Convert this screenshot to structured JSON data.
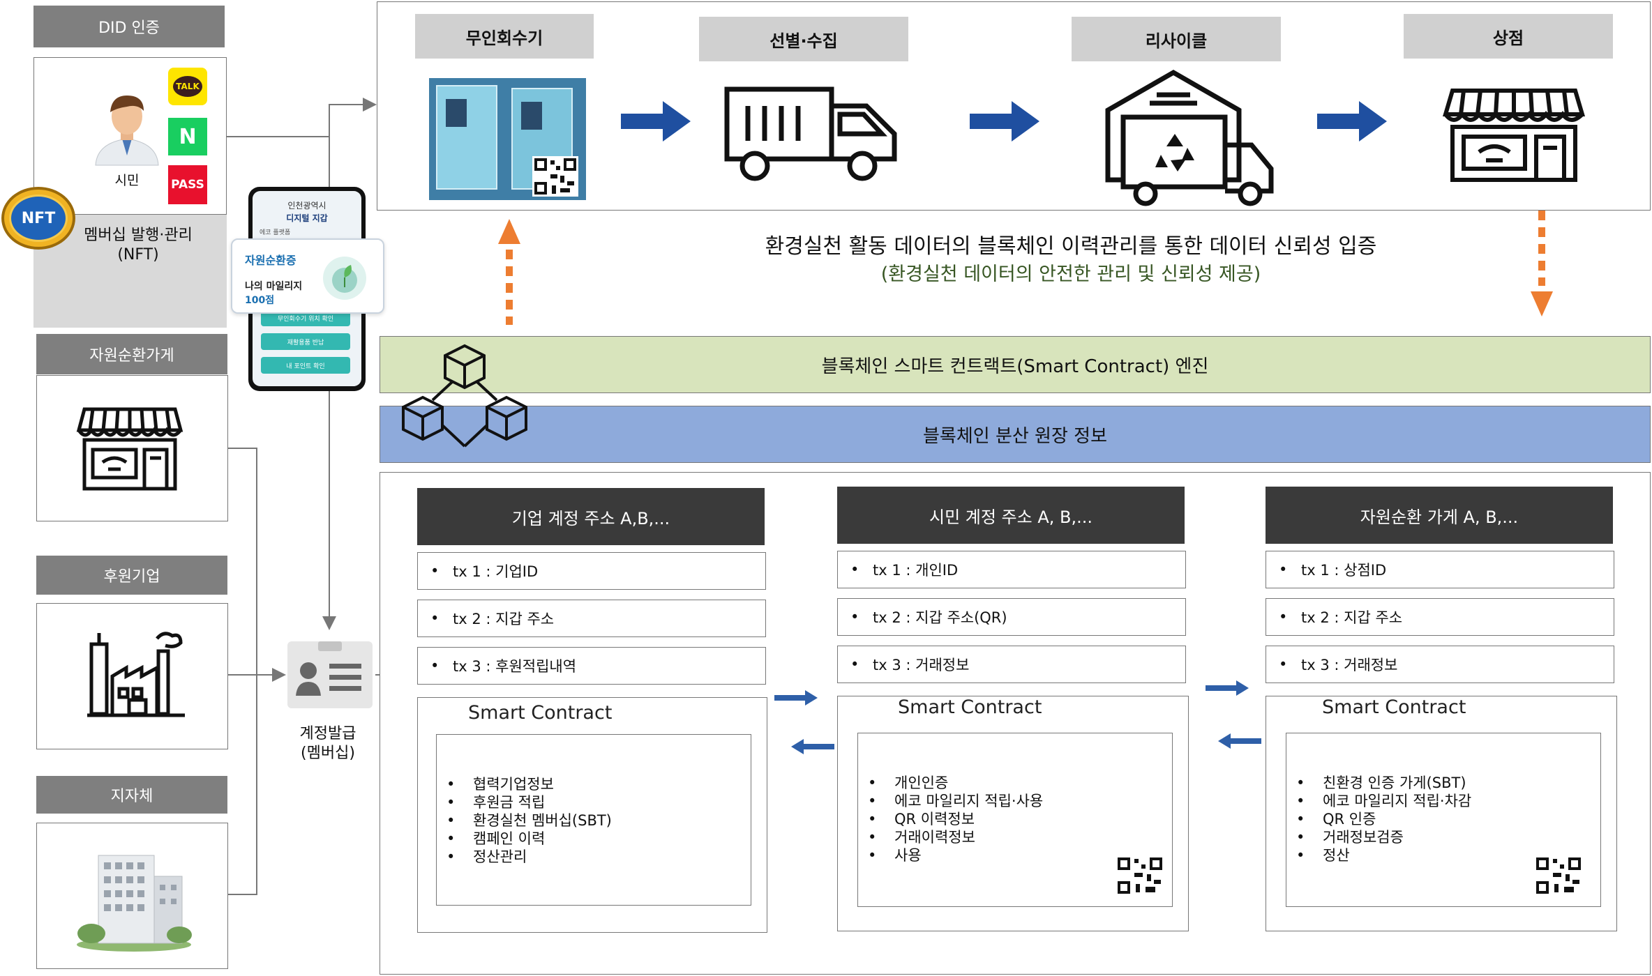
{
  "left": {
    "did": {
      "header": "DID 인증",
      "citizen_label": "시민",
      "kakao_label": "TALK",
      "naver_label": "N",
      "pass_label": "PASS",
      "nft_badge": "NFT",
      "membership_line1": "멤버십 발행·관리",
      "membership_line2": "(NFT)"
    },
    "shop_header": "자원순환가게",
    "sponsor_header": "후원기업",
    "gov_header": "지자체"
  },
  "phone": {
    "city": "인천광역시",
    "wallet": "디지털 지갑",
    "brand": "에코 플랫폼",
    "card_title": "자원순환증",
    "card_mileage": "나의 마일리지",
    "card_points": "100점",
    "btn1": "무인회수기 위치 확인",
    "btn2": "재활용품 반납",
    "btn3": "내 포인트 확인"
  },
  "account": {
    "label_line1": "계정발급",
    "label_line2": "(멤버십)"
  },
  "flow": {
    "steps": [
      "무인회수기",
      "선별·수집",
      "리사이클",
      "상점"
    ],
    "headline": "환경실천 활동 데이터의 블록체인 이력관리를 통한 데이터 신뢰성 입증",
    "subheadline": "(환경실천 데이터의 안전한 관리 및 신뢰성 제공)",
    "colors": {
      "arrow_blue": "#1f4fa0",
      "arrow_orange": "#ed7d31",
      "sub_green": "#375623"
    }
  },
  "blockchain": {
    "engine": "블록체인 스마트 컨트랙트(Smart Contract) 엔진",
    "ledger": "블록체인 분산 원장 정보",
    "colors": {
      "engine_bg": "#d8e4bc",
      "ledger_bg": "#8eaadb"
    }
  },
  "columns": [
    {
      "header": "기업 계정 주소 A,B,...",
      "tx": [
        "tx 1 : 기업ID",
        "tx 2 : 지갑 주소",
        "tx 3 : 후원적립내역"
      ],
      "sc_title": "Smart Contract",
      "sc_items": [
        "협력기업정보",
        "후원금 적립",
        "환경실천 멤버십(SBT)",
        "캠페인 이력",
        "정산관리"
      ]
    },
    {
      "header": "시민 계정 주소 A, B,...",
      "tx": [
        "tx 1 : 개인ID",
        "tx 2 : 지갑 주소(QR)",
        "tx 3 : 거래정보"
      ],
      "sc_title": "Smart Contract",
      "sc_items": [
        "개인인증",
        "에코 마일리지 적립·사용",
        "QR 이력정보",
        "거래이력정보",
        "사용"
      ]
    },
    {
      "header": "자원순환 가게 A, B,...",
      "tx": [
        "tx 1 : 상점ID",
        "tx 2 : 지갑 주소",
        "tx 3 : 거래정보"
      ],
      "sc_title": "Smart Contract",
      "sc_items": [
        "친환경 인증 가게(SBT)",
        "에코 마일리지 적립·차감",
        "QR 인증",
        "거래정보검증",
        "정산"
      ]
    }
  ],
  "bullet": "•"
}
